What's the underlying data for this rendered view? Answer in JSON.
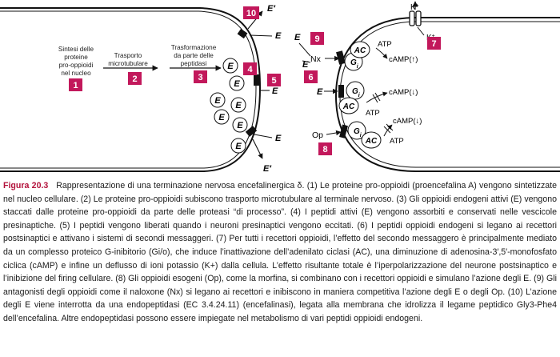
{
  "labels": {
    "synthesis": [
      "Sintesi delle",
      "proteine",
      "pro-oppioidi",
      "nel nucleo"
    ],
    "transport": [
      "Trasporto",
      "microtubulare"
    ],
    "transform": [
      "Trasformazione",
      "da parte delle",
      "peptidasi"
    ],
    "E": "E",
    "E_prime": "E′",
    "Nx": "Nx",
    "Op": "Op",
    "ATP": "ATP",
    "AC": "AC",
    "Gi": "G",
    "Gi_sub": "i",
    "camp_up": "cAMP(↑)",
    "camp_down": "cAMP(↓)",
    "k_plus": "K",
    "k_sup": "+"
  },
  "step_numbers": [
    "1",
    "2",
    "3",
    "4",
    "5",
    "6",
    "7",
    "8",
    "9",
    "10"
  ],
  "colors": {
    "step_box": "#c2185b",
    "caption_title": "#b3123b"
  },
  "caption": {
    "title": "Figura 20.3",
    "body": "Rappresentazione di una terminazione nervosa encefalinergica δ. (1) Le proteine pro-oppioidi (proencefalina A) vengono sintetizzate nel nucleo cellulare. (2) Le proteine pro-oppioidi subiscono trasporto microtubulare al terminale nervoso. (3) Gli oppioidi endogeni attivi (E) vengono staccati dalle proteine pro-oppioidi da parte delle proteasi “di processo”. (4) I peptidi attivi (E) vengono assorbiti e conservati nelle vescicole presinaptiche. (5) I peptidi vengono liberati quando i neuroni presinaptici vengono eccitati. (6) I peptidi oppioidi endogeni si legano ai recettori postsinaptici e attivano i sistemi di secondi messaggeri. (7) Per tutti i recettori oppioidi, l’effetto del secondo messaggero è principalmente mediato da un complesso proteico G-inibitorio (Gi/o), che induce l’inattivazione dell’adenilato ciclasi (AC), una diminuzione di adenosina-3′,5′-monofosfato ciclica (cAMP) e infine un deflusso di ioni potassio (K+) dalla cellula. L’effetto risultante totale è l’iperpolarizzazione del neurone postsinaptico e l’inibizione del firing cellulare. (8) Gli oppioidi esogeni (Op), come la morfina, si combinano con i recettori oppioidi e simulano l’azione degli E. (9) Gli antagonisti degli oppioidi come il naloxone (Nx) si legano ai recettori e inibiscono in maniera competitiva l’azione degli E o degli Op. (10) L’azione degli E viene interrotta da una endopeptidasi (EC 3.4.24.11) (encefalinasi), legata alla membrana che idrolizza il legame peptidico Gly3-Phe4 dell’encefalina. Altre endopeptidasi possono essere impiegate nel metabolismo di vari peptidi oppioidi endogeni."
  }
}
